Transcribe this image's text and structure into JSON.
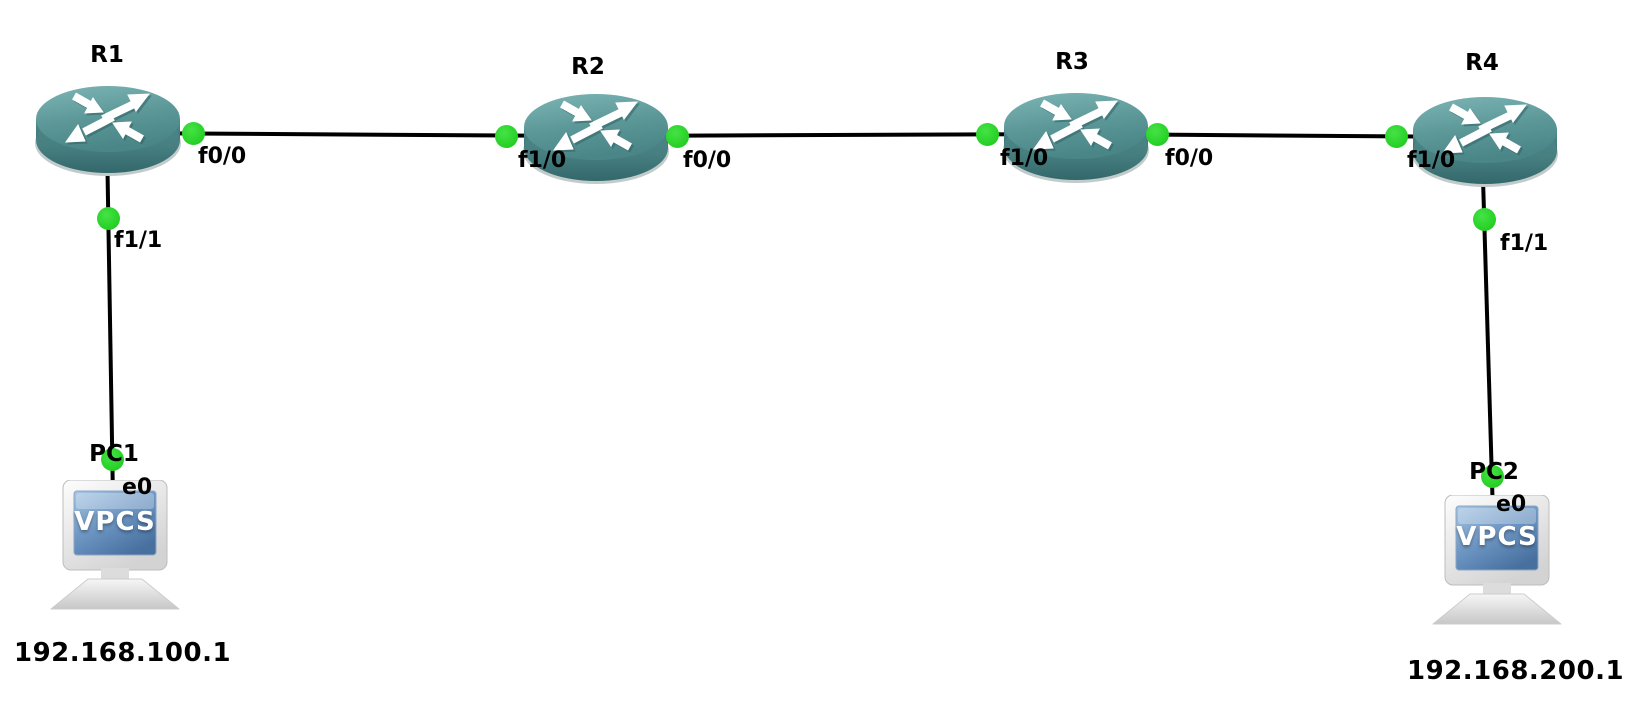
{
  "topology": {
    "background_color": "#ffffff",
    "link_color": "#000000",
    "interface_status_color": "#2bd42b",
    "router_color": "#4f8a8b",
    "routers": [
      {
        "label": "R1",
        "interfaces": {
          "right": "f0/0",
          "bottom": "f1/1"
        }
      },
      {
        "label": "R2",
        "interfaces": {
          "left": "f1/0",
          "right": "f0/0"
        }
      },
      {
        "label": "R3",
        "interfaces": {
          "left": "f1/0",
          "right": "f0/0"
        }
      },
      {
        "label": "R4",
        "interfaces": {
          "left": "f1/0",
          "bottom": "f1/1"
        }
      }
    ],
    "pcs": [
      {
        "label": "PC1",
        "screen_text": "VPCS",
        "interface": "e0",
        "ip_address": "192.168.100.1"
      },
      {
        "label": "PC2",
        "screen_text": "VPCS",
        "interface": "e0",
        "ip_address": "192.168.200.1"
      }
    ],
    "links": [
      {
        "from": "R1:f0/0",
        "to": "R2:f1/0"
      },
      {
        "from": "R2:f0/0",
        "to": "R3:f1/0"
      },
      {
        "from": "R3:f0/0",
        "to": "R4:f1/0"
      },
      {
        "from": "R1:f1/1",
        "to": "PC1:e0"
      },
      {
        "from": "R4:f1/1",
        "to": "PC2:e0"
      }
    ]
  }
}
